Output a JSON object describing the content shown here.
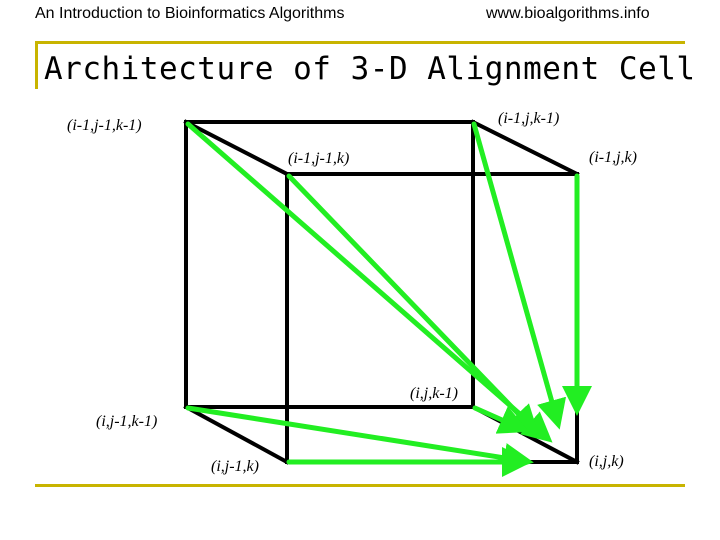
{
  "header": {
    "left": "An Introduction to Bioinformatics Algorithms",
    "right": "www.bioalgorithms.info"
  },
  "slide": {
    "title": "Architecture of 3-D Alignment Cell"
  },
  "diagram": {
    "edge_color": "#000000",
    "arrow_color": "#22ee22",
    "accent_color": "#c8b400",
    "nodes": {
      "back_top_left": "(i-1,j-1,k-1)",
      "back_top_right": "(i-1,j,k-1)",
      "front_top_left": "(i-1,j-1,k)",
      "front_top_right": "(i-1,j,k)",
      "back_bottom_right": "(i,j,k-1)",
      "back_bottom_left": "(i,j-1,k-1)",
      "front_bottom_left": "(i,j-1,k)",
      "front_bottom_right": "(i,j,k)"
    }
  }
}
